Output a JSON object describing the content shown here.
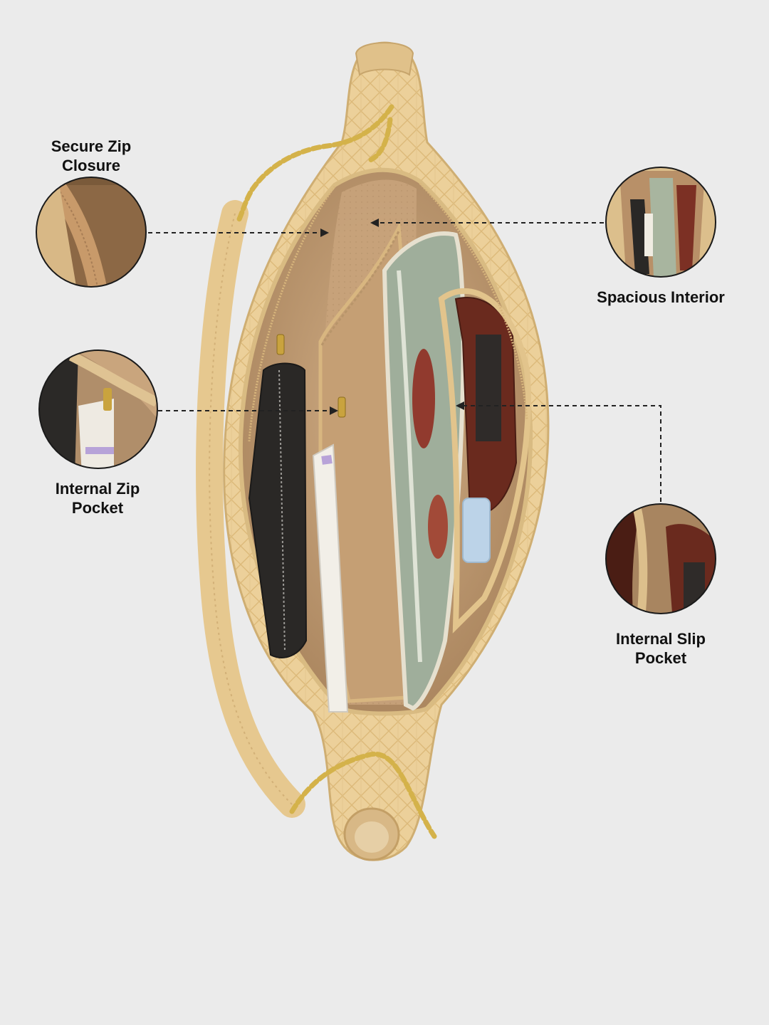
{
  "callouts": {
    "secure_zip": {
      "line1": "Secure Zip",
      "line2": "Closure",
      "detail_icon": "zip-detail-icon"
    },
    "spacious_interior": {
      "line1": "Spacious Interior",
      "detail_icon": "interior-detail-icon"
    },
    "internal_zip_pocket": {
      "line1": "Internal Zip",
      "line2": "Pocket",
      "detail_icon": "zip-pocket-detail-icon"
    },
    "internal_slip_pocket": {
      "line1": "Internal Slip",
      "line2": "Pocket",
      "detail_icon": "slip-pocket-detail-icon"
    }
  },
  "colors": {
    "background": "#ebebeb",
    "bag_leather": "#ecd09a",
    "bag_lining": "#c9a47c",
    "chain_gold": "#d4b24a",
    "leader_line": "#222222"
  }
}
